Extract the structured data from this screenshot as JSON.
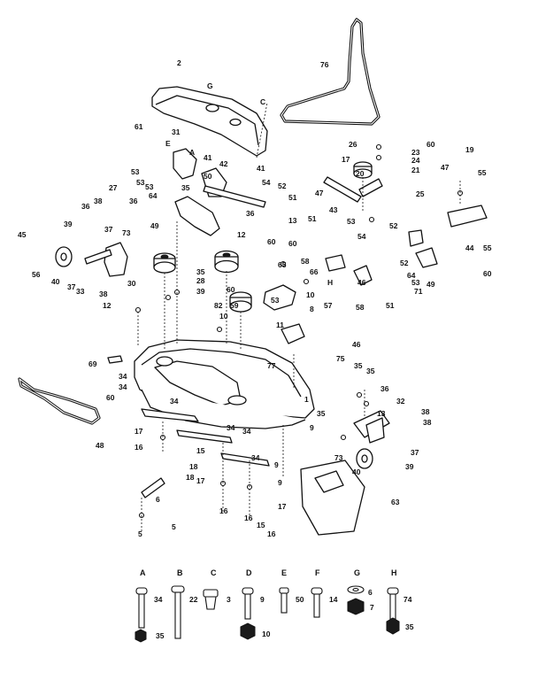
{
  "callouts": [
    "2",
    "G",
    "C",
    "76",
    "61",
    "31",
    "E",
    "A",
    "41",
    "42",
    "41",
    "53",
    "53",
    "53",
    "64",
    "35",
    "50",
    "54",
    "52",
    "51",
    "26",
    "60",
    "17",
    "23",
    "20",
    "24",
    "21",
    "19",
    "47",
    "55",
    "47",
    "27",
    "36",
    "38",
    "36",
    "36",
    "43",
    "25",
    "49",
    "12",
    "13",
    "51",
    "53",
    "52",
    "45",
    "39",
    "37",
    "73",
    "60",
    "60",
    "65",
    "54",
    "44",
    "55",
    "58",
    "52",
    "64",
    "56",
    "40",
    "37",
    "38",
    "33",
    "35",
    "28",
    "39",
    "30",
    "60",
    "12",
    "59",
    "53",
    "H",
    "46",
    "53",
    "71",
    "49",
    "60",
    "66",
    "82",
    "10",
    "11",
    "8",
    "57",
    "58",
    "51",
    "10",
    "46",
    "75",
    "69",
    "77",
    "35",
    "35",
    "34",
    "34",
    "34",
    "60",
    "1",
    "36",
    "32",
    "38",
    "38",
    "13",
    "34",
    "9",
    "48",
    "17",
    "16",
    "34",
    "15",
    "35",
    "73",
    "37",
    "34",
    "9",
    "40",
    "39",
    "18",
    "17",
    "9",
    "63",
    "16",
    "16",
    "6",
    "5",
    "5",
    "16",
    "17",
    "15",
    "18"
  ],
  "hardware": [
    {
      "letter": "A",
      "part": "34",
      "nut": "35"
    },
    {
      "letter": "B",
      "part": "22"
    },
    {
      "letter": "C",
      "part": "3"
    },
    {
      "letter": "D",
      "part": "9",
      "nut": "10"
    },
    {
      "letter": "E",
      "part": "50"
    },
    {
      "letter": "F",
      "part": "14"
    },
    {
      "letter": "G",
      "part": "6",
      "nut": "7"
    },
    {
      "letter": "H",
      "part": "74",
      "nut": "35"
    }
  ]
}
